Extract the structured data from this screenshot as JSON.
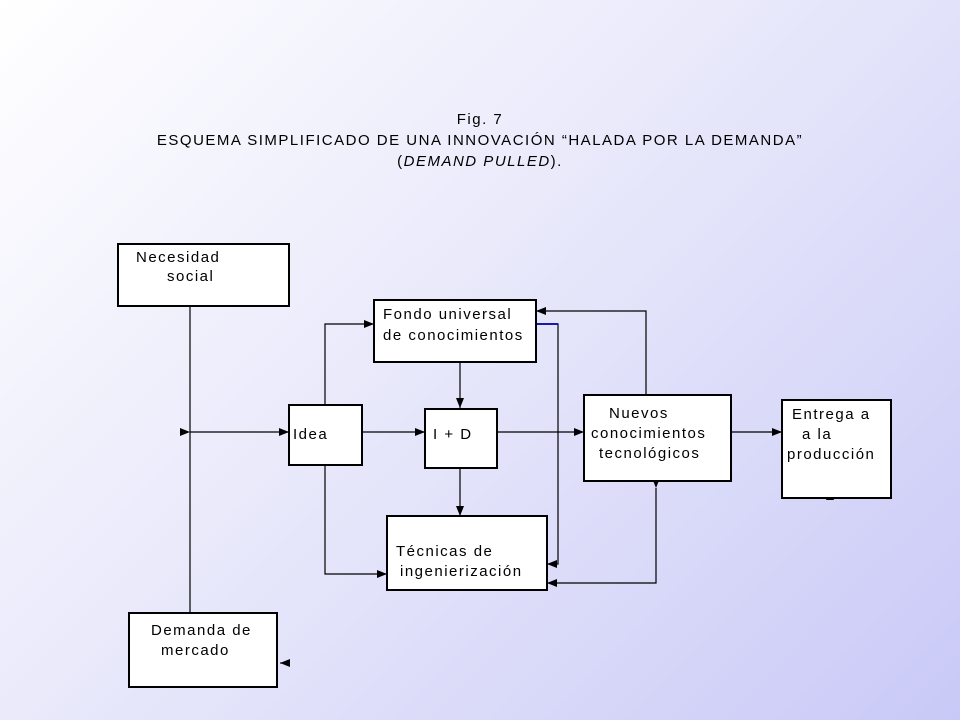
{
  "title": {
    "fig": "Fig. 7",
    "line1": "ESQUEMA SIMPLIFICADO DE UNA INNOVACIÓN “HALADA POR LA DEMANDA”",
    "line2_open": "(",
    "line2_italic": "DEMAND PULLED",
    "line2_close": ")."
  },
  "nodes": {
    "necesidad": {
      "line1": "Necesidad",
      "line2": "social"
    },
    "fondo": {
      "line1": "Fondo universal",
      "line2": "de conocimientos"
    },
    "idea": {
      "line1": "Idea"
    },
    "id": {
      "line1": "I + D"
    },
    "nuevos": {
      "line1": "Nuevos",
      "line2": "conocimientos",
      "line3": "tecnológicos"
    },
    "entrega": {
      "line1": "Entrega a",
      "line2": "a la",
      "line3": "producción"
    },
    "tecnicas": {
      "line1": "Técnicas de",
      "line2": "ingenierización"
    },
    "demanda": {
      "line1": "Demanda de",
      "line2": "mercado"
    }
  },
  "colors": {
    "line": "#000000",
    "accent_line": "#1a1aa8"
  }
}
